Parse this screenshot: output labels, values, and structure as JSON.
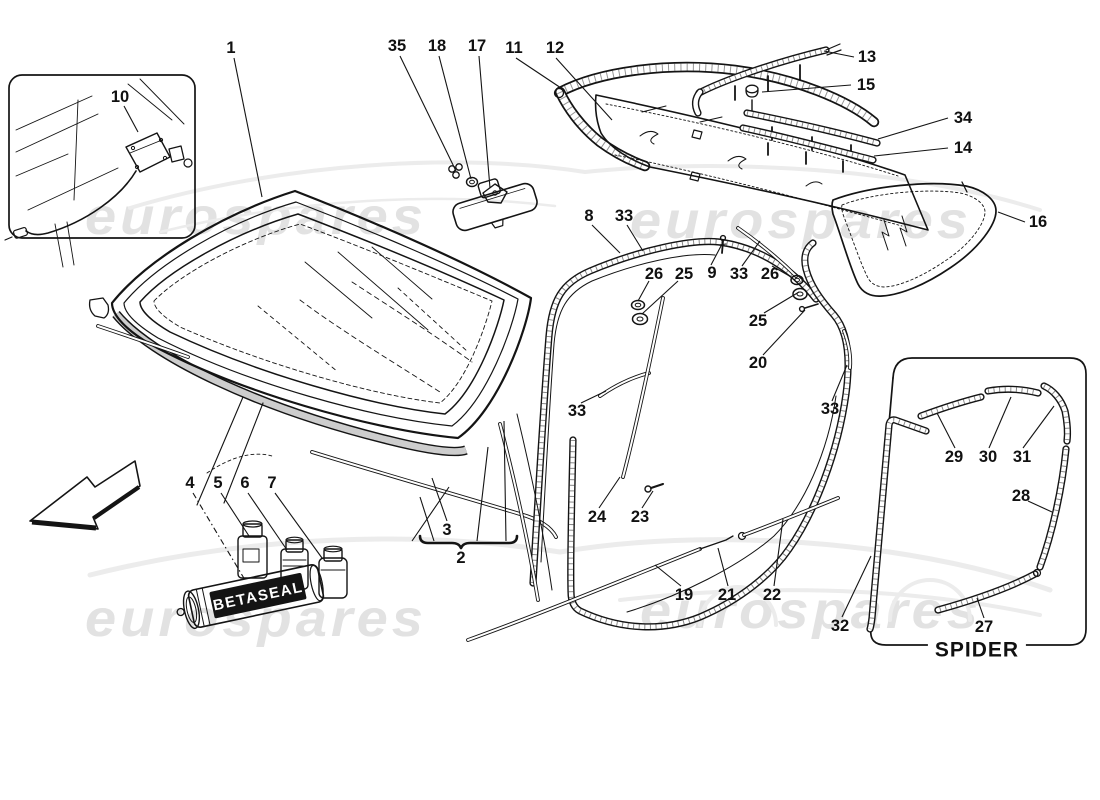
{
  "watermark": {
    "text": "eurospares"
  },
  "colors": {
    "ink": "#141414",
    "watermark_gray": "#e2e2e2",
    "moulding_gray": "#cdcdcd",
    "background": "#ffffff"
  },
  "spider_panel": {
    "label": "SPIDER"
  },
  "sealant": {
    "tube_label": "BETASEAL"
  },
  "callouts": {
    "c1": "1",
    "c2": "2",
    "c3": "3",
    "c4": "4",
    "c5": "5",
    "c6": "6",
    "c7": "7",
    "c8": "8",
    "c9": "9",
    "c10": "10",
    "c11": "11",
    "c12": "12",
    "c13": "13",
    "c14": "14",
    "c15": "15",
    "c16": "16",
    "c17": "17",
    "c18": "18",
    "c19": "19",
    "c20": "20",
    "c21": "21",
    "c22": "22",
    "c23": "23",
    "c24": "24",
    "c25a": "25",
    "c25b": "25",
    "c26a": "26",
    "c26b": "26",
    "c27": "27",
    "c28": "28",
    "c29": "29",
    "c30": "30",
    "c31": "31",
    "c32": "32",
    "c33a": "33",
    "c33b": "33",
    "c33c": "33",
    "c33d": "33",
    "c34": "34",
    "c35": "35"
  }
}
